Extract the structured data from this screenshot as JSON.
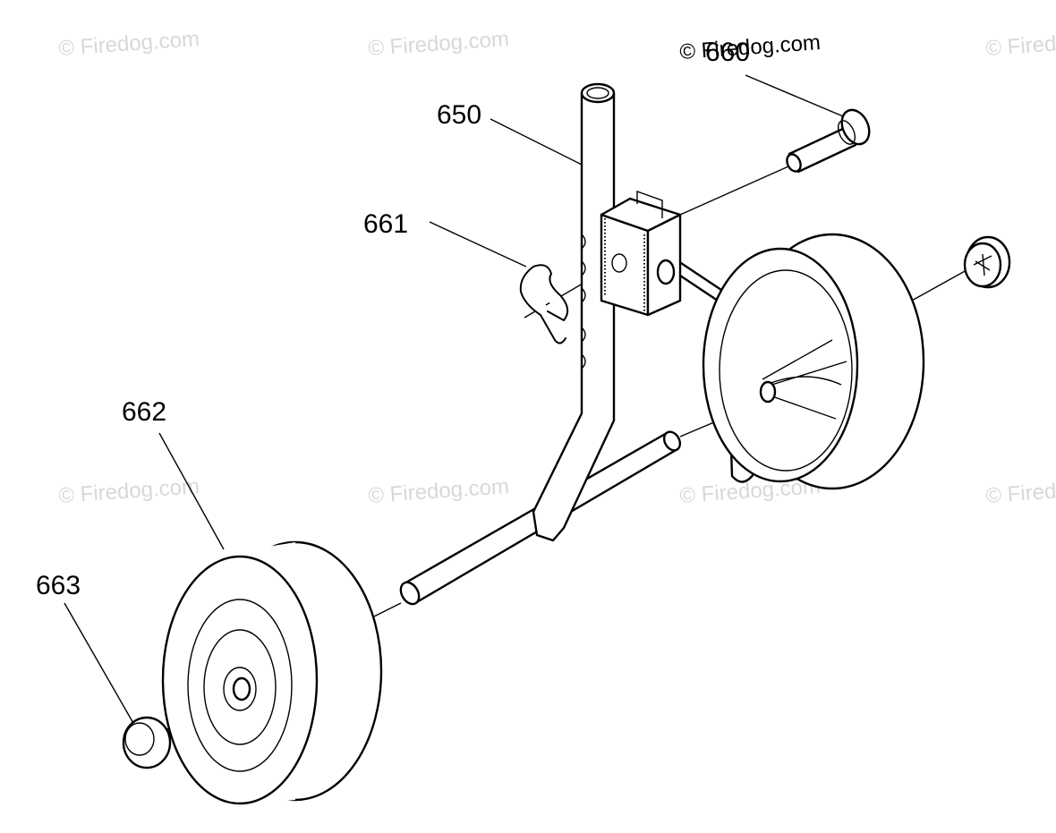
{
  "watermark": "© Firedog.com",
  "labels": {
    "p650": "650",
    "p660": "660",
    "p661": "661",
    "p662": "662",
    "p663": "663"
  },
  "colors": {
    "ink": "#000000",
    "watermark": "#d8d8d8",
    "background": "#ffffff"
  }
}
